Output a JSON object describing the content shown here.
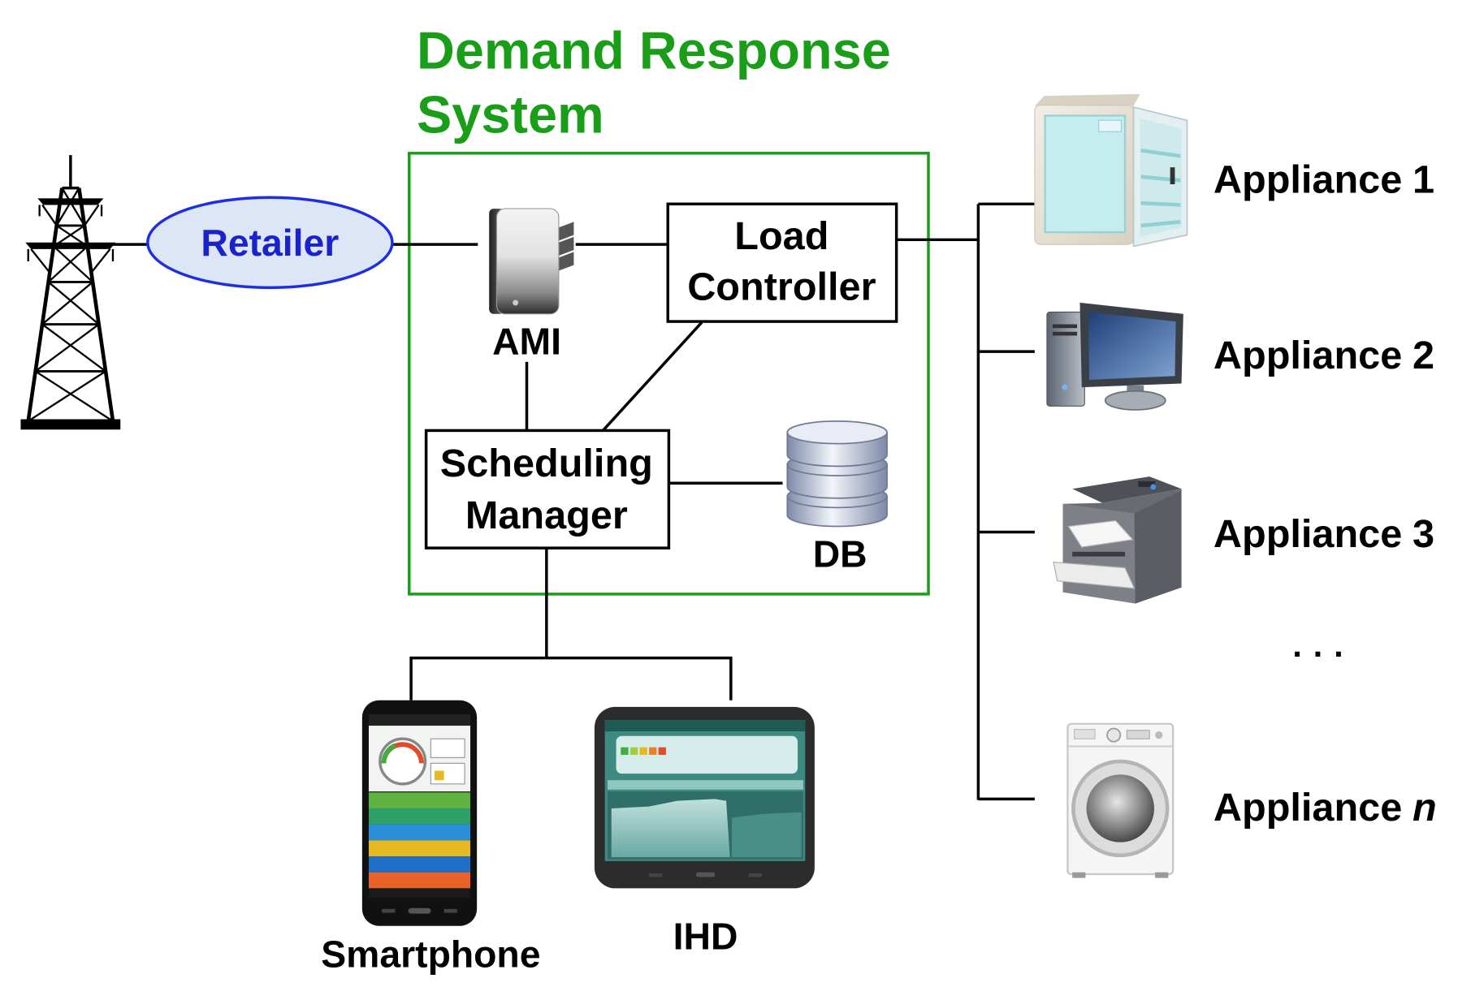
{
  "title": {
    "lines": [
      "Demand Response",
      "System"
    ],
    "color": "#1a9e1a"
  },
  "nodes": {
    "retailer": {
      "label": "Retailer",
      "color": "#1a22cc",
      "fill": "#dde6f7"
    },
    "ami": {
      "label": "AMI",
      "icon": "smart-meter-icon"
    },
    "load_controller": {
      "lines": [
        "Load",
        "Controller"
      ]
    },
    "scheduling_manager": {
      "lines": [
        "Scheduling",
        "Manager"
      ]
    },
    "db": {
      "label": "DB",
      "icon": "database-icon"
    },
    "smartphone": {
      "label": "Smartphone",
      "icon": "smartphone-icon"
    },
    "ihd": {
      "label": "IHD",
      "icon": "tablet-display-icon"
    }
  },
  "grid_icon": "transmission-tower-icon",
  "appliances": [
    {
      "name": "Appliance",
      "index": "1",
      "index_italic": false,
      "icon": "refrigerator-icon"
    },
    {
      "name": "Appliance",
      "index": "2",
      "index_italic": false,
      "icon": "computer-icon"
    },
    {
      "name": "Appliance",
      "index": "3",
      "index_italic": false,
      "icon": "printer-icon"
    },
    {
      "name": "Appliance",
      "index": "n",
      "index_italic": true,
      "icon": "washing-machine-icon"
    }
  ],
  "ellipsis": "· · ·",
  "colors": {
    "system_border": "#1a9e1a",
    "lines": "#000000"
  }
}
